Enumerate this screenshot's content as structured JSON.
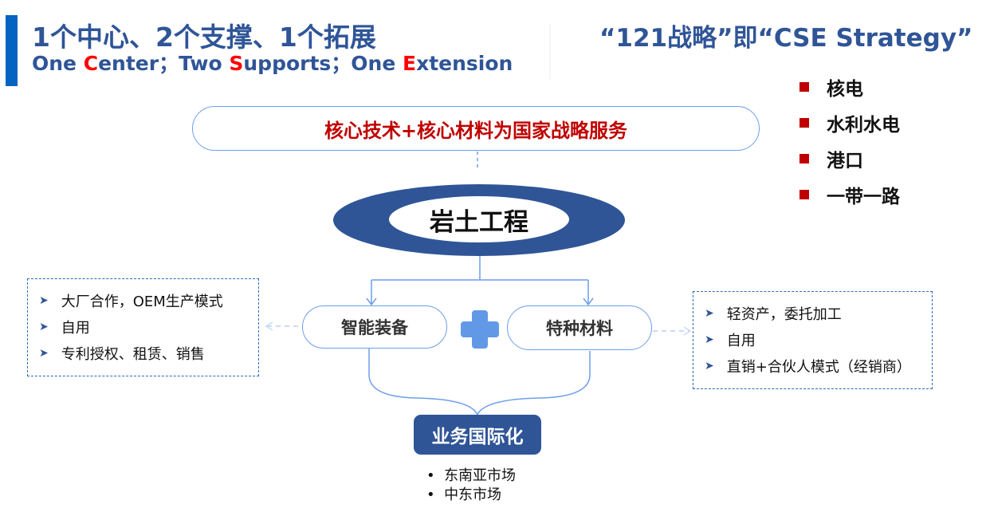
{
  "header": {
    "title_cn": "1个中心、2个支撑、1个拓展",
    "title_en": [
      {
        "text": "One ",
        "accent": false
      },
      {
        "text": "C",
        "accent": true
      },
      {
        "text": "enter；Two ",
        "accent": false
      },
      {
        "text": "S",
        "accent": true
      },
      {
        "text": "upports；One ",
        "accent": false
      },
      {
        "text": "E",
        "accent": true
      },
      {
        "text": "xtension",
        "accent": false
      }
    ],
    "strategy": "“121战略”即“CSE Strategy”"
  },
  "focus_list": [
    "核电",
    "水利水电",
    "港口",
    "一带一路"
  ],
  "core": "核心技术+核心材料为国家战略服务",
  "center": "岩土工程",
  "supports": {
    "left": {
      "label": "智能装备",
      "items": [
        "大厂合作，OEM生产模式",
        "自用",
        "专利授权、租赁、销售"
      ]
    },
    "right": {
      "label": "特种材料",
      "items": [
        "轻资产，委托加工",
        "自用",
        "直销+合伙人模式（经销商）"
      ]
    }
  },
  "extension": {
    "label": "业务国际化",
    "markets": [
      "东南亚市场",
      "中东市场"
    ]
  },
  "colors": {
    "primary": "#2f5597",
    "accent": "#c00000",
    "line": "#6d9eeb",
    "highlight": "#ff0000"
  }
}
